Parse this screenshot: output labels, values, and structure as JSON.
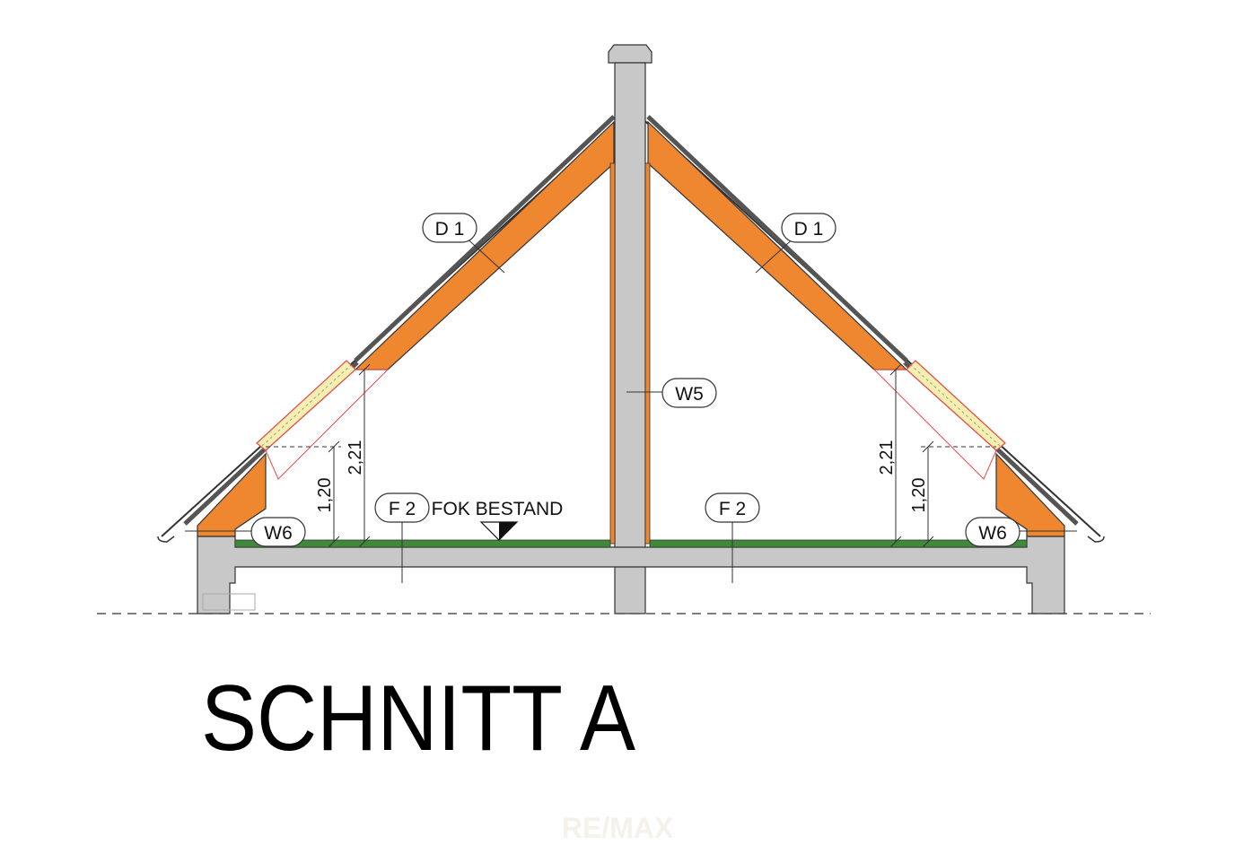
{
  "title": "SCHNITT A",
  "labels": {
    "roof_left": "D 1",
    "roof_right": "D 1",
    "wall_center": "W5",
    "floor_left": "F 2",
    "floor_right": "F 2",
    "wall_left": "W6",
    "wall_right": "W6",
    "level_marker": "FOK BESTAND"
  },
  "dimensions": {
    "left_room_height": "2,21",
    "left_knee_height": "1,20",
    "right_room_height": "2,21",
    "right_knee_height": "1,20"
  },
  "watermark": "RE/MAX",
  "colors": {
    "insulation": "#ef8630",
    "concrete": "#c8c8c8",
    "floor_finish": "#3f8a3a",
    "window_frame": "#e84a4a",
    "window_glass": "#f5efb0"
  }
}
